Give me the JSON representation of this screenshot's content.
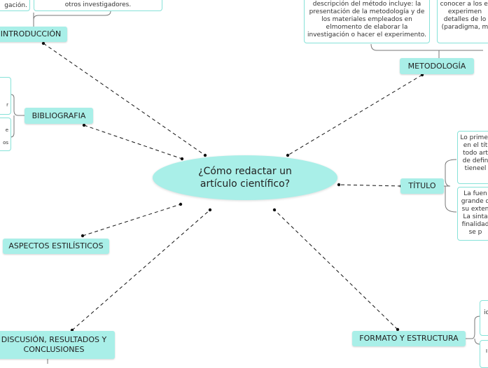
{
  "central": {
    "title": "¿Cómo redactar un artículo científico?"
  },
  "topics": {
    "introduccion": "INTRODUCCIÓN",
    "bibliografia": "BIBLIOGRAFIA",
    "aspectos": "ASPECTOS ESTILÍSTICOS",
    "discusion": "DISCUSIÓN, RESULTADOS Y CONCLUSIONES",
    "metodologia": "METODOLOGÍA",
    "titulo": "TÍTULO",
    "formato": "FORMATO Y ESTRUCTURA"
  },
  "notes": {
    "intro_left": "gación.",
    "intro_right": "otros investigadores.",
    "metodo": "descripción del método incluye: la presentación de la metodología y de los materiales empleados en elmomento de elaborar la investigación o hacer el experimento.",
    "metodo_right": "conocer a los el experimen detalles de lo (paradigma, m",
    "titulo_top": "Lo primer en el tít todo art de defin tieneel",
    "titulo_bottom": "La fuen grande d su exten La sinta finalidad se p",
    "biblio_1": "r",
    "biblio_2": "e os",
    "formato_1": "io",
    "formato_2": "ı"
  },
  "colors": {
    "node_fill": "#a9efe8",
    "note_border": "#86e2d8",
    "connector": "#111111"
  }
}
